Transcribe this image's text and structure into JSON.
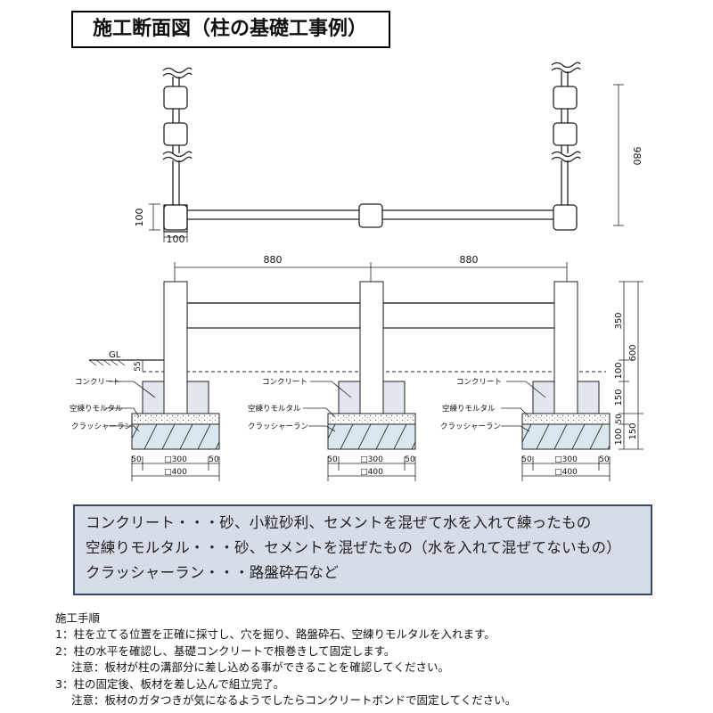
{
  "title": "施工断面図（柱の基礎工事例）",
  "plan_view": {
    "dim_height": "980",
    "dim_post_height": "100",
    "dim_post_width": "100"
  },
  "section_view": {
    "span_left": "880",
    "span_right": "880",
    "ground_label": "GL",
    "dim_55": "55",
    "labels": {
      "concrete": "コンクリート",
      "mortar": "空練りモルタル",
      "crusher": "クラッシャーラン"
    },
    "bottom_dims": {
      "side": "50",
      "inner": "□300",
      "outer": "□400"
    },
    "right_dims": {
      "d350": "350",
      "d100a": "100",
      "d150a": "150",
      "d50": "50",
      "d100b": "100",
      "d600": "600",
      "d150b": "150"
    }
  },
  "legend": [
    "コンクリート・・・砂、小粒砂利、セメントを混ぜて水を入れて練ったもの",
    "空練りモルタル・・・砂、セメントを混ぜたもの（水を入れて混ぜてないもの）",
    "クラッシャーラン・・・路盤砕石など"
  ],
  "steps": {
    "heading": "施工手順",
    "lines": [
      "1：柱を立てる位置を正確に採寸し、穴を掘り、路盤砕石、空練りモルタルを入れます。",
      "2：柱の水平を確認し、基礎コンクリートで根巻きして固定します。",
      "注意：板材が柱の溝部分に差し込める事ができることを確認してください。",
      "3：柱の固定後、板材を差し込んで組立完了。",
      "注意：板材のガタつきが気になるようでしたらコンクリートボンドで固定してください。"
    ]
  }
}
